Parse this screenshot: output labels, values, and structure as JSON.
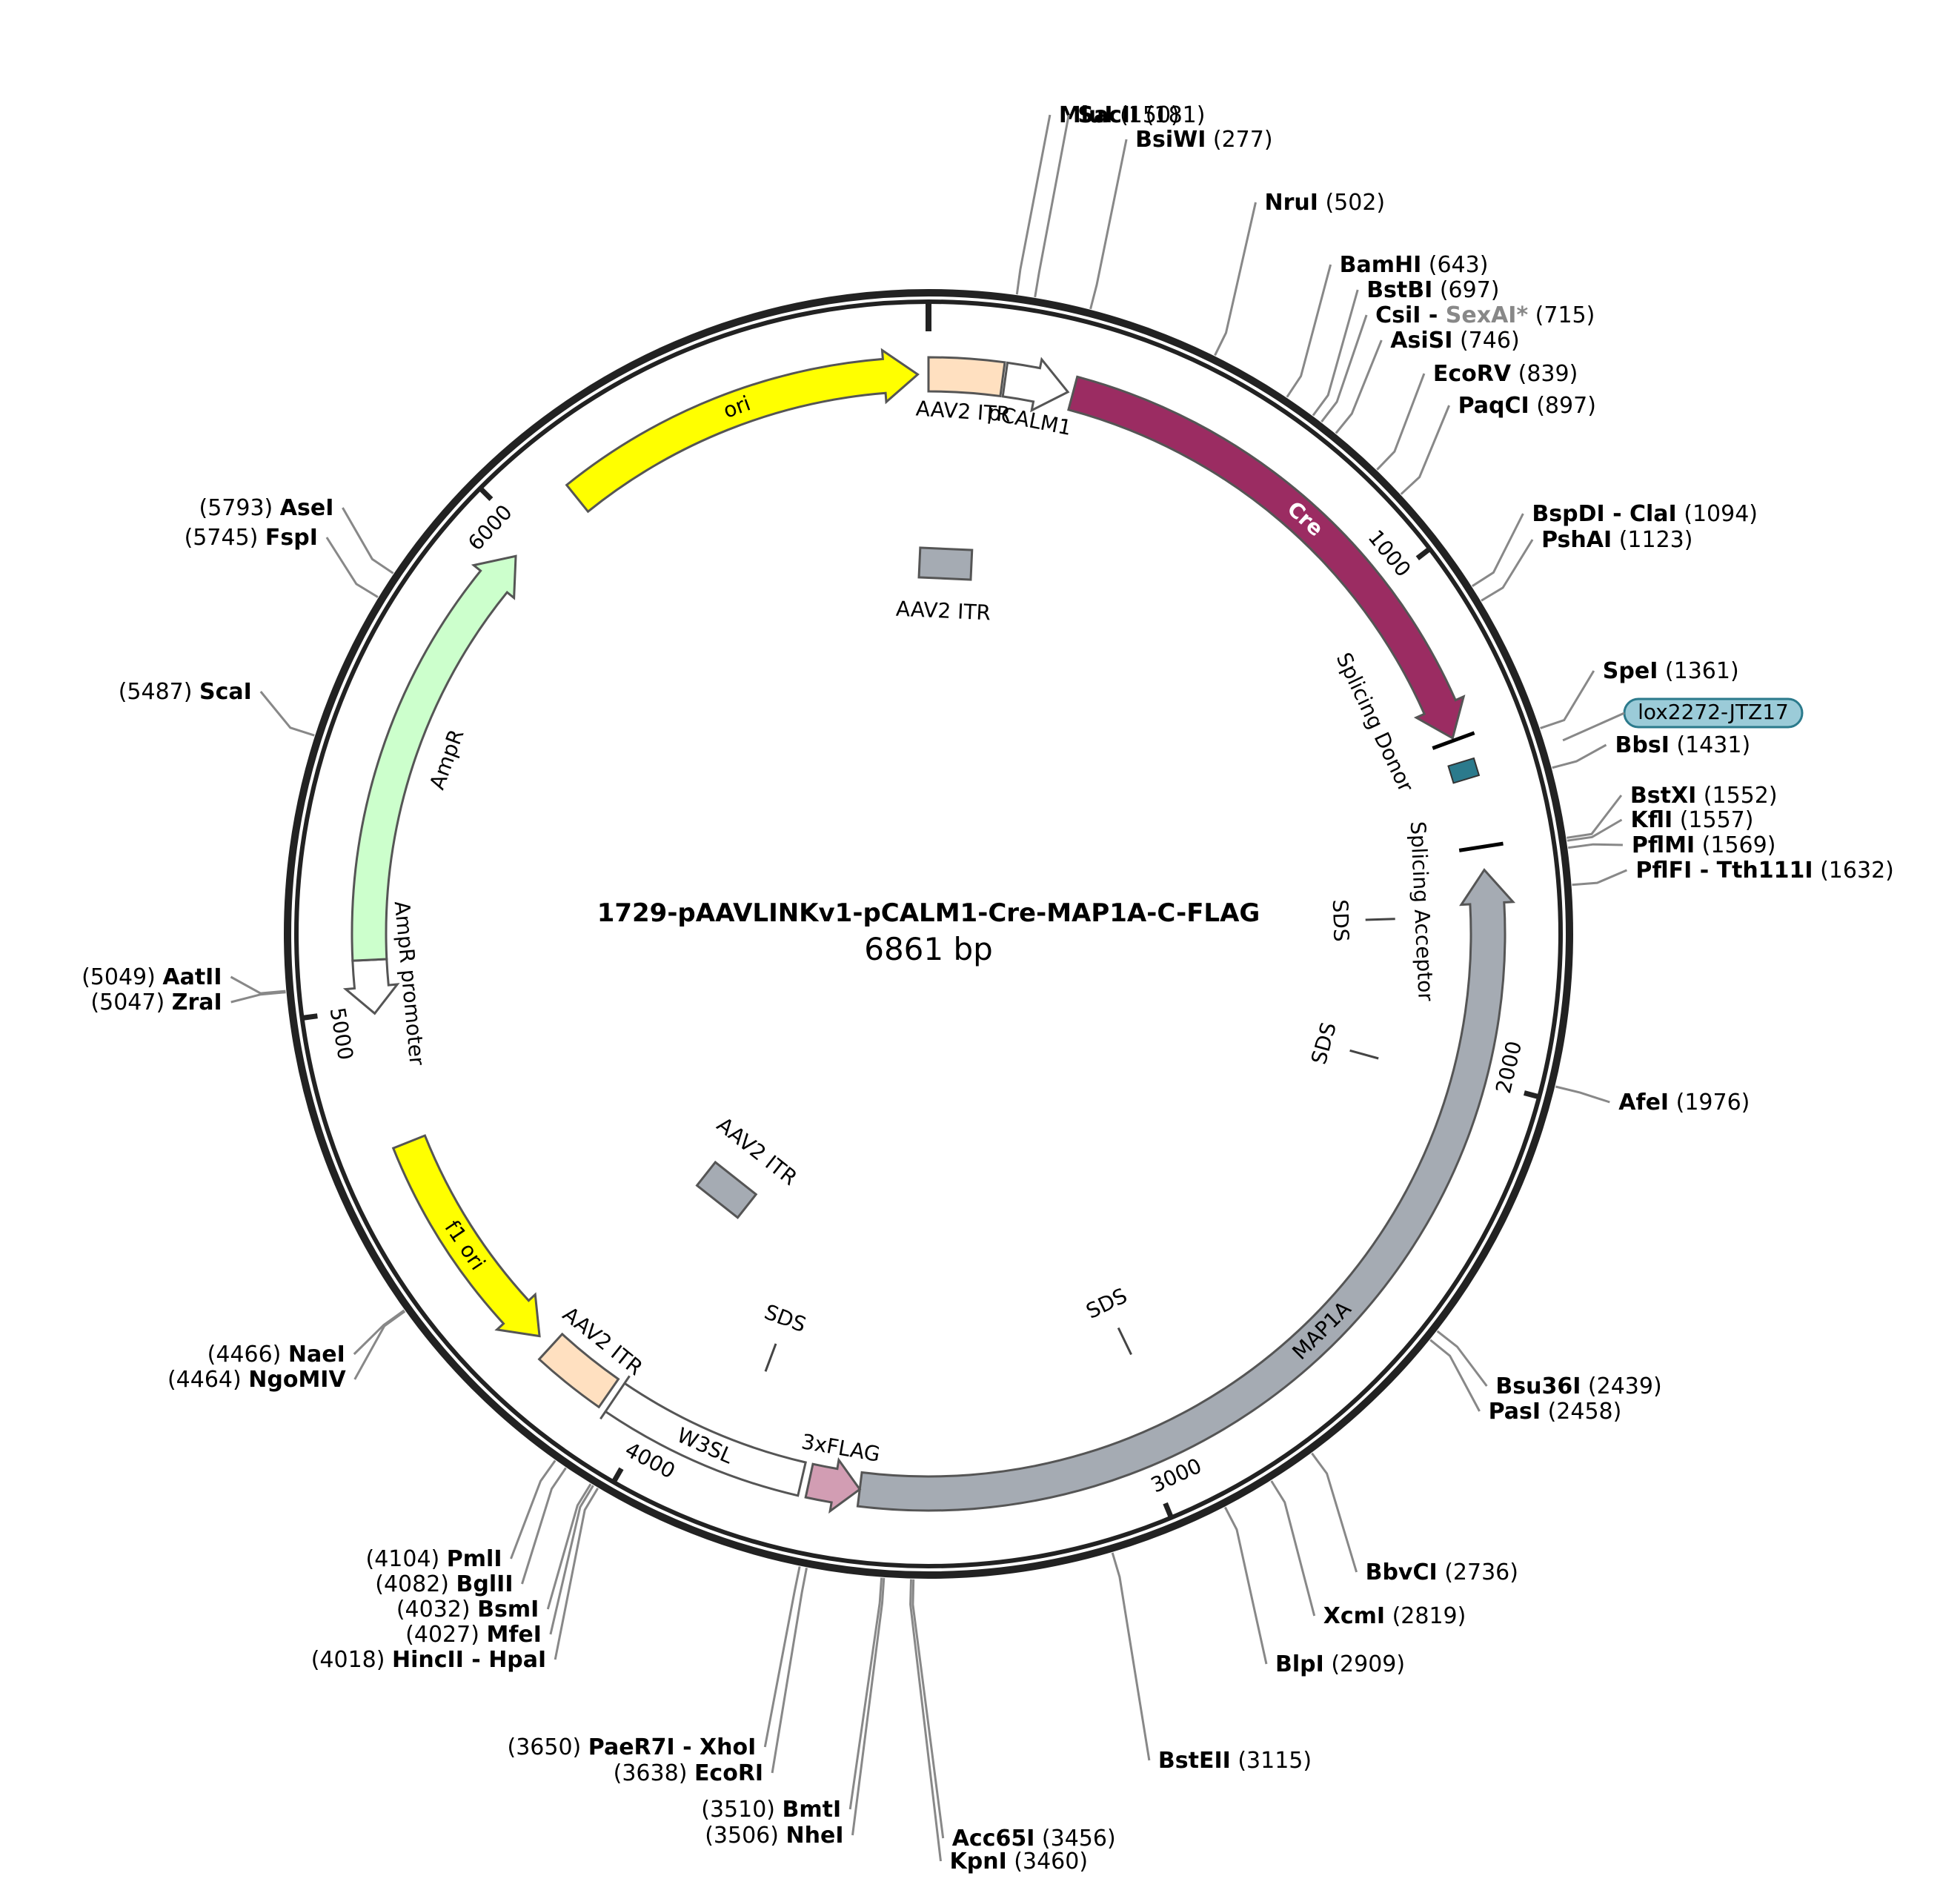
{
  "plasmid": {
    "name": "1729-pAAVLINKv1-pCALM1-Cre-MAP1A-C-FLAG",
    "length_label": "6861 bp",
    "length": 6861
  },
  "ticks": [
    {
      "pos": 1000,
      "label": "1000"
    },
    {
      "pos": 2000,
      "label": "2000"
    },
    {
      "pos": 3000,
      "label": "3000"
    },
    {
      "pos": 4000,
      "label": "4000"
    },
    {
      "pos": 5000,
      "label": "5000"
    },
    {
      "pos": 6000,
      "label": "6000"
    }
  ],
  "features": [
    {
      "id": "ori",
      "label": "ori",
      "start": 6120,
      "end": 6840,
      "dir": 1,
      "color": "#ffff00",
      "arrow": true
    },
    {
      "id": "aav2-itr-top",
      "label": "AAV2 ITR",
      "start": 0,
      "end": 145,
      "dir": 0,
      "color": "#ffe0c0",
      "arrow": false
    },
    {
      "id": "pcalm1",
      "label": "pCALM1",
      "start": 150,
      "end": 275,
      "dir": 1,
      "color": "#ffffff",
      "arrow": true
    },
    {
      "id": "cre",
      "label": "Cre",
      "start": 285,
      "end": 1325,
      "dir": 1,
      "color": "#9b2c62",
      "arrow": true
    },
    {
      "id": "map1a",
      "label": "MAP1A",
      "start": 1590,
      "end": 3565,
      "dir": -1,
      "color": "#a5abb3",
      "arrow": true
    },
    {
      "id": "flag",
      "label": "3xFLAG",
      "start": 3565,
      "end": 3665,
      "dir": -1,
      "color": "#d29db3",
      "arrow": true
    },
    {
      "id": "w3sl",
      "label": "W3SL",
      "start": 3680,
      "end": 4080,
      "dir": 1,
      "color": "#ffffff",
      "arrow": false
    },
    {
      "id": "aav2-itr-bottom",
      "label": "AAV2 ITR",
      "start": 4095,
      "end": 4240,
      "dir": 0,
      "color": "#ffe0c0",
      "arrow": false
    },
    {
      "id": "f1-ori",
      "label": "f1 ori",
      "start": 4270,
      "end": 4730,
      "dir": -1,
      "color": "#ffff00",
      "arrow": true
    },
    {
      "id": "ampr-promoter",
      "label": "AmpR promoter",
      "start": 4990,
      "end": 5095,
      "dir": -1,
      "color": "#ffffff",
      "arrow": true
    },
    {
      "id": "ampr",
      "label": "AmpR",
      "start": 5095,
      "end": 5955,
      "dir": 1,
      "color": "#ccffcc",
      "arrow": true
    }
  ],
  "inner_boxes": [
    {
      "id": "aav2-itr-inner-top",
      "label": "AAV2 ITR",
      "pos": 50,
      "radius": 500,
      "color": "#a5abb3"
    },
    {
      "id": "aav2-itr-inner-bottom",
      "label": "AAV2 ITR",
      "pos": 4160,
      "radius": 440,
      "color": "#a5abb3"
    }
  ],
  "sds": [
    {
      "label": "SDS",
      "pos": 1680
    },
    {
      "label": "SDS",
      "pos": 2010
    },
    {
      "label": "SDS",
      "pos": 2940
    },
    {
      "label": "SDS",
      "pos": 3820
    }
  ],
  "splice_labels": [
    {
      "label": "Splicing Donor",
      "pos": 1330
    },
    {
      "label": "Splicing Acceptor",
      "pos": 1545
    }
  ],
  "lox": {
    "label": "lox2272-JTZ17",
    "pos": 1392,
    "color": "#9bcbd8"
  },
  "sites_right": [
    {
      "pos": 150,
      "name": "MluI",
      "coord": "(150)",
      "ny": 165
    },
    {
      "pos": 181,
      "name": "SacII",
      "coord": "(181)",
      "ny": 165
    },
    {
      "pos": 277,
      "name": "BsiWI",
      "coord": "(277)",
      "ny": 198
    },
    {
      "pos": 502,
      "name": "NruI",
      "coord": "(502)",
      "ny": 283
    },
    {
      "pos": 643,
      "name": "BamHI",
      "coord": "(643)",
      "ny": 367
    },
    {
      "pos": 697,
      "name": "BstBI",
      "coord": "(697)",
      "ny": 401
    },
    {
      "pos": 715,
      "name": "CsiI",
      "alt": "SexAI*",
      "coord": "(715)",
      "ny": 435
    },
    {
      "pos": 746,
      "name": "AsiSI",
      "coord": "(746)",
      "ny": 469
    },
    {
      "pos": 839,
      "name": "EcoRV",
      "coord": "(839)",
      "ny": 514
    },
    {
      "pos": 897,
      "name": "PaqCI",
      "coord": "(897)",
      "ny": 557
    },
    {
      "pos": 1094,
      "name": "BspDI - ClaI",
      "coord": "(1094)",
      "ny": 703
    },
    {
      "pos": 1123,
      "name": "PshAI",
      "coord": "(1123)",
      "ny": 738
    },
    {
      "pos": 1361,
      "name": "SpeI",
      "coord": "(1361)",
      "ny": 915
    },
    {
      "pos": 1431,
      "name": "BbsI",
      "coord": "(1431)",
      "ny": 1015
    },
    {
      "pos": 1552,
      "name": "BstXI",
      "coord": "(1552)",
      "ny": 1083
    },
    {
      "pos": 1557,
      "name": "KflI",
      "coord": "(1557)",
      "ny": 1116
    },
    {
      "pos": 1569,
      "name": "PflMI",
      "coord": "(1569)",
      "ny": 1150
    },
    {
      "pos": 1632,
      "name": "PflFI - Tth111I",
      "coord": "(1632)",
      "ny": 1184
    },
    {
      "pos": 1976,
      "name": "AfeI",
      "coord": "(1976)",
      "ny": 1497
    },
    {
      "pos": 2439,
      "name": "Bsu36I",
      "coord": "(2439)",
      "ny": 1880
    },
    {
      "pos": 2458,
      "name": "PasI",
      "coord": "(2458)",
      "ny": 1914
    },
    {
      "pos": 2736,
      "name": "BbvCI",
      "coord": "(2736)",
      "ny": 2131
    },
    {
      "pos": 2819,
      "name": "XcmI",
      "coord": "(2819)",
      "ny": 2190
    },
    {
      "pos": 2909,
      "name": "BlpI",
      "coord": "(2909)",
      "ny": 2255
    },
    {
      "pos": 3115,
      "name": "BstEII",
      "coord": "(3115)",
      "ny": 2385
    },
    {
      "pos": 3456,
      "name": "Acc65I",
      "coord": "(3456)",
      "ny": 2490
    },
    {
      "pos": 3460,
      "name": "KpnI",
      "coord": "(3460)",
      "ny": 2521
    }
  ],
  "sites_left": [
    {
      "pos": 3506,
      "name": "NheI",
      "coord": "(3506)",
      "ny": 2486
    },
    {
      "pos": 3510,
      "name": "BmtI",
      "coord": "(3510)",
      "ny": 2451
    },
    {
      "pos": 3638,
      "name": "EcoRI",
      "coord": "(3638)",
      "ny": 2402
    },
    {
      "pos": 3650,
      "name": "PaeR7I - XhoI",
      "coord": "(3650)",
      "ny": 2367
    },
    {
      "pos": 4018,
      "name": "HincII - HpaI",
      "coord": "(4018)",
      "ny": 2249
    },
    {
      "pos": 4027,
      "name": "MfeI",
      "coord": "(4027)",
      "ny": 2215
    },
    {
      "pos": 4032,
      "name": "BsmI",
      "coord": "(4032)",
      "ny": 2181
    },
    {
      "pos": 4082,
      "name": "BglII",
      "coord": "(4082)",
      "ny": 2147
    },
    {
      "pos": 4104,
      "name": "PmlI",
      "coord": "(4104)",
      "ny": 2113
    },
    {
      "pos": 4464,
      "name": "NgoMIV",
      "coord": "(4464)",
      "ny": 1871
    },
    {
      "pos": 4466,
      "name": "NaeI",
      "coord": "(4466)",
      "ny": 1837
    },
    {
      "pos": 5047,
      "name": "ZraI",
      "coord": "(5047)",
      "ny": 1362
    },
    {
      "pos": 5049,
      "name": "AatII",
      "coord": "(5049)",
      "ny": 1328
    },
    {
      "pos": 5487,
      "name": "ScaI",
      "coord": "(5487)",
      "ny": 943
    },
    {
      "pos": 5745,
      "name": "FspI",
      "coord": "(5745)",
      "ny": 735
    },
    {
      "pos": 5793,
      "name": "AseI",
      "coord": "(5793)",
      "ny": 695
    }
  ]
}
